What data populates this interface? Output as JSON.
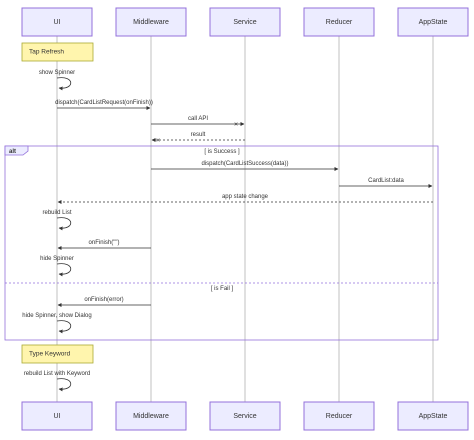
{
  "participants": [
    "UI",
    "Middleware",
    "Service",
    "Reducer",
    "AppState"
  ],
  "notes": {
    "tap_refresh": "Tap Refresh",
    "type_keyword": "Type Keyword"
  },
  "messages": {
    "show_spinner": "show Spinner",
    "dispatch_request": "dispatch(CardListRequest(onFinish))",
    "call_api": "call API",
    "result": "result",
    "dispatch_success": "dispatch(CardListSuccess(data))",
    "cardlist_data": "CardList:data",
    "app_state_change": "app state change",
    "rebuild_list": "rebuild List",
    "on_finish": "onFinish(\"\")",
    "hide_spinner": "hide Spinner",
    "on_finish_error": "onFinish(error)",
    "hide_spinner_show_dialog": "hide Spinner, show Dialog",
    "rebuild_list_keyword": "rebuild List with Keyword"
  },
  "alt": {
    "label": "alt",
    "guard_success": "[ is Success ]",
    "guard_fail": "[ is Fail ]"
  }
}
